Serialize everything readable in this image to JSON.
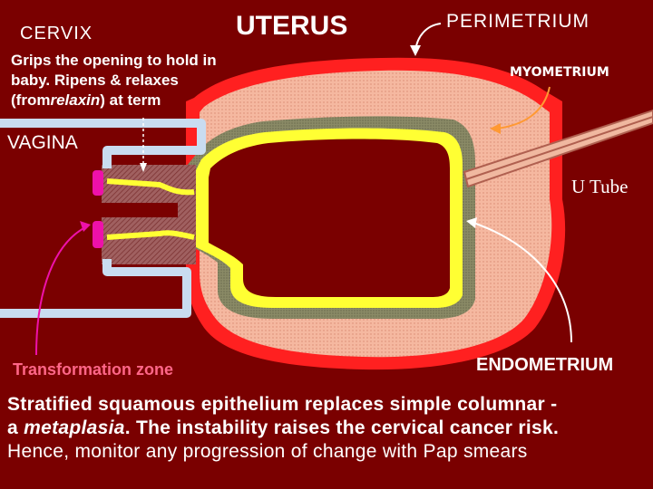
{
  "labels": {
    "cervix": "CERVIX",
    "uterus": "UTERUS",
    "perimetrium": "PERIMETRIUM",
    "myometrium": "MYOMETRIUM",
    "vagina": "VAGINA",
    "u_tube": "U Tube",
    "transformation_zone": "Transformation zone",
    "endometrium": "ENDOMETRIUM"
  },
  "cervix_note": {
    "line1": "Grips the opening to hold in",
    "line2": "baby. Ripens & relaxes",
    "line3_prefix": "(from",
    "line3_emph": "relaxin",
    "line3_suffix": ") at term"
  },
  "caption": {
    "line1": "Stratified squamous epithelium  replaces simple columnar  -",
    "line2_prefix": "a ",
    "line2_emph": "metaplasia",
    "line2_suffix": ". The instability raises  the cervical cancer risk.",
    "line3": "Hence,  monitor any progression of change with Pap smears"
  },
  "colors": {
    "background": "#7a0000",
    "perimetrium": "#ff2020",
    "myometrium": "#f5b8a0",
    "endometrium_outer": "#999966",
    "endometrium_yellow": "#ffff33",
    "cavity": "#7a0000",
    "vagina_wall": "#c9dcf0",
    "cervical_canal": "#a06060",
    "transformation_zone": "#ee11aa",
    "label_pink": "#ff6688"
  }
}
